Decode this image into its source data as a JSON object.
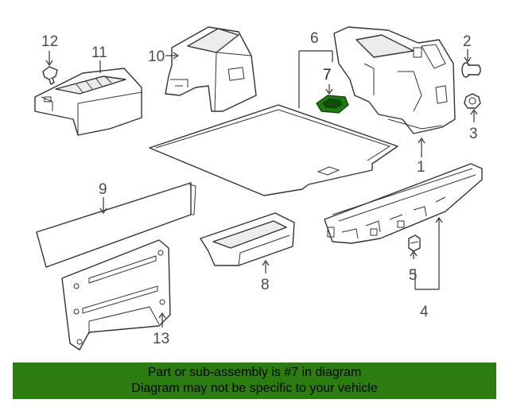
{
  "diagram": {
    "callouts": {
      "c1": "1",
      "c2": "2",
      "c3": "3",
      "c4": "4",
      "c5": "5",
      "c6": "6",
      "c7": "7",
      "c8": "8",
      "c9": "9",
      "c10": "10",
      "c11": "11",
      "c12": "12",
      "c13": "13"
    },
    "highlight_part": "7",
    "colors": {
      "highlight": "#1f7a0f",
      "banner": "#2a7d0e",
      "line": "#333333"
    }
  },
  "banner": {
    "line1": "Part or sub-assembly is #7 in diagram",
    "line2": "Diagram may not be specific to your vehicle"
  }
}
